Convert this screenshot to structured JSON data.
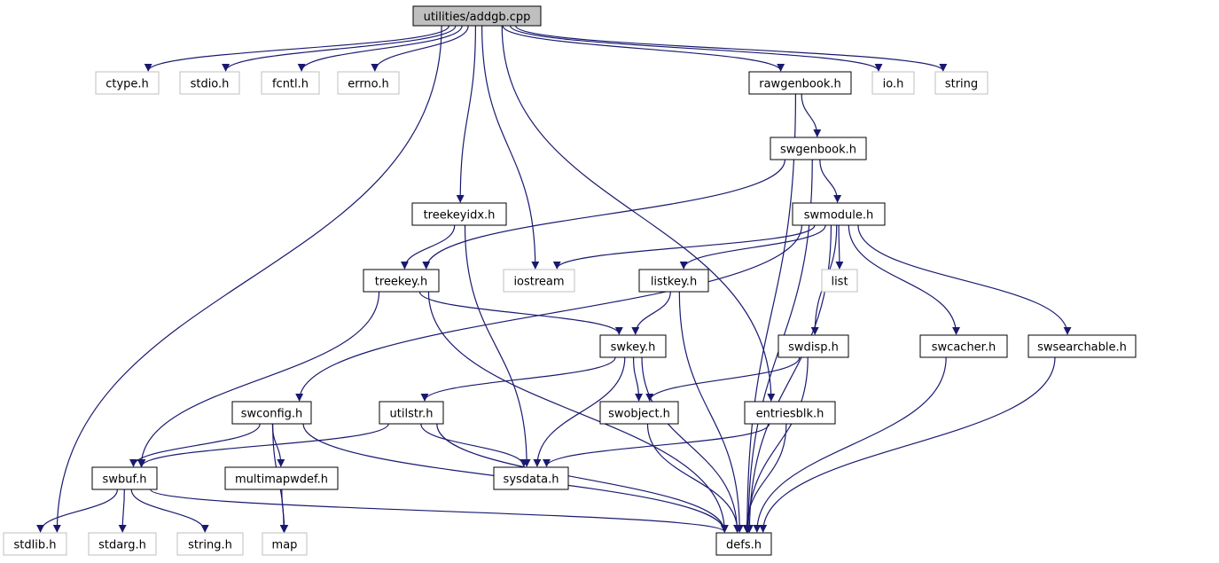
{
  "nodes": [
    {
      "id": "root",
      "label": "utilities/addgb.cpp",
      "kind": "root"
    },
    {
      "id": "ctype",
      "label": "ctype.h",
      "kind": "external"
    },
    {
      "id": "stdio",
      "label": "stdio.h",
      "kind": "external"
    },
    {
      "id": "fcntl",
      "label": "fcntl.h",
      "kind": "external"
    },
    {
      "id": "errno",
      "label": "errno.h",
      "kind": "external"
    },
    {
      "id": "rawgenbook",
      "label": "rawgenbook.h",
      "kind": "internal"
    },
    {
      "id": "io",
      "label": "io.h",
      "kind": "external"
    },
    {
      "id": "string",
      "label": "string",
      "kind": "external"
    },
    {
      "id": "swgenbook",
      "label": "swgenbook.h",
      "kind": "internal"
    },
    {
      "id": "treekeyidx",
      "label": "treekeyidx.h",
      "kind": "internal"
    },
    {
      "id": "swmodule",
      "label": "swmodule.h",
      "kind": "internal"
    },
    {
      "id": "treekey",
      "label": "treekey.h",
      "kind": "internal"
    },
    {
      "id": "iostream",
      "label": "iostream",
      "kind": "external"
    },
    {
      "id": "listkey",
      "label": "listkey.h",
      "kind": "internal"
    },
    {
      "id": "list",
      "label": "list",
      "kind": "external"
    },
    {
      "id": "swkey",
      "label": "swkey.h",
      "kind": "internal"
    },
    {
      "id": "swdisp",
      "label": "swdisp.h",
      "kind": "internal"
    },
    {
      "id": "swcacher",
      "label": "swcacher.h",
      "kind": "internal"
    },
    {
      "id": "swsearchable",
      "label": "swsearchable.h",
      "kind": "internal"
    },
    {
      "id": "swconfig",
      "label": "swconfig.h",
      "kind": "internal"
    },
    {
      "id": "utilstr",
      "label": "utilstr.h",
      "kind": "internal"
    },
    {
      "id": "swobject",
      "label": "swobject.h",
      "kind": "internal"
    },
    {
      "id": "entriesblk",
      "label": "entriesblk.h",
      "kind": "internal"
    },
    {
      "id": "swbuf",
      "label": "swbuf.h",
      "kind": "internal"
    },
    {
      "id": "multimapwdef",
      "label": "multimapwdef.h",
      "kind": "internal"
    },
    {
      "id": "sysdata",
      "label": "sysdata.h",
      "kind": "internal"
    },
    {
      "id": "stdlib",
      "label": "stdlib.h",
      "kind": "external"
    },
    {
      "id": "stdarg",
      "label": "stdarg.h",
      "kind": "external"
    },
    {
      "id": "stringh",
      "label": "string.h",
      "kind": "external"
    },
    {
      "id": "map",
      "label": "map",
      "kind": "external"
    },
    {
      "id": "defs",
      "label": "defs.h",
      "kind": "internal"
    }
  ],
  "edges": [
    [
      "root",
      "ctype"
    ],
    [
      "root",
      "stdio"
    ],
    [
      "root",
      "fcntl"
    ],
    [
      "root",
      "errno"
    ],
    [
      "root",
      "rawgenbook"
    ],
    [
      "root",
      "io"
    ],
    [
      "root",
      "string"
    ],
    [
      "root",
      "stdlib"
    ],
    [
      "root",
      "treekeyidx"
    ],
    [
      "root",
      "iostream"
    ],
    [
      "root",
      "entriesblk"
    ],
    [
      "rawgenbook",
      "swgenbook"
    ],
    [
      "rawgenbook",
      "defs"
    ],
    [
      "swgenbook",
      "swmodule"
    ],
    [
      "swgenbook",
      "treekey"
    ],
    [
      "swgenbook",
      "defs"
    ],
    [
      "treekeyidx",
      "treekey"
    ],
    [
      "treekeyidx",
      "sysdata"
    ],
    [
      "swmodule",
      "iostream"
    ],
    [
      "swmodule",
      "list"
    ],
    [
      "swmodule",
      "listkey"
    ],
    [
      "swmodule",
      "swconfig"
    ],
    [
      "swmodule",
      "swdisp"
    ],
    [
      "swmodule",
      "swcacher"
    ],
    [
      "swmodule",
      "swsearchable"
    ],
    [
      "swmodule",
      "defs"
    ],
    [
      "treekey",
      "swkey"
    ],
    [
      "treekey",
      "swbuf"
    ],
    [
      "treekey",
      "defs"
    ],
    [
      "listkey",
      "swkey"
    ],
    [
      "listkey",
      "defs"
    ],
    [
      "swkey",
      "swobject"
    ],
    [
      "swkey",
      "utilstr"
    ],
    [
      "swkey",
      "sysdata"
    ],
    [
      "swkey",
      "defs"
    ],
    [
      "swdisp",
      "swobject"
    ],
    [
      "swdisp",
      "defs"
    ],
    [
      "swcacher",
      "defs"
    ],
    [
      "swsearchable",
      "defs"
    ],
    [
      "swconfig",
      "swbuf"
    ],
    [
      "swconfig",
      "multimapwdef"
    ],
    [
      "swconfig",
      "map"
    ],
    [
      "swconfig",
      "defs"
    ],
    [
      "utilstr",
      "swbuf"
    ],
    [
      "utilstr",
      "sysdata"
    ],
    [
      "utilstr",
      "defs"
    ],
    [
      "swobject",
      "defs"
    ],
    [
      "entriesblk",
      "sysdata"
    ],
    [
      "entriesblk",
      "defs"
    ],
    [
      "swbuf",
      "stdlib"
    ],
    [
      "swbuf",
      "stdarg"
    ],
    [
      "swbuf",
      "stringh"
    ],
    [
      "swbuf",
      "defs"
    ],
    [
      "multimapwdef",
      "map"
    ]
  ],
  "colors": {
    "edge": "#191970",
    "root_fill": "#bfbfbf",
    "internal_border": "#000000",
    "external_border": "#bfbfbf",
    "node_fill": "#ffffff"
  }
}
